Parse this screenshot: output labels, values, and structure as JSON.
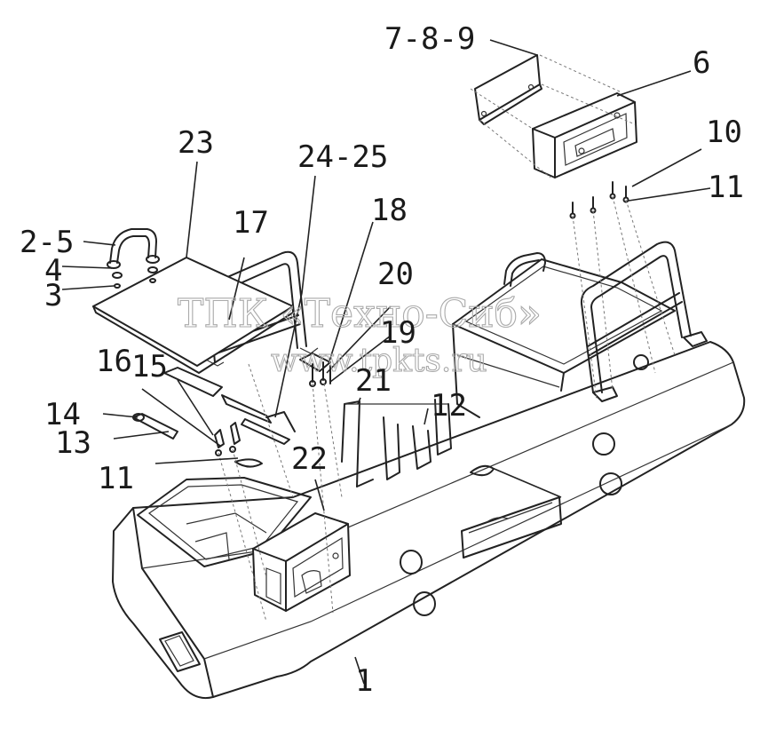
{
  "labels": {
    "l1": "1",
    "l2_5": "2-5",
    "l3": "3",
    "l4": "4",
    "l6": "6",
    "l7_8_9": "7-8-9",
    "l10": "10",
    "l11a": "11",
    "l11b": "11",
    "l12": "12",
    "l13": "13",
    "l14": "14",
    "l15": "15",
    "l16": "16",
    "l17": "17",
    "l18": "18",
    "l19": "19",
    "l20": "20",
    "l21": "21",
    "l22": "22",
    "l23": "23",
    "l24_25": "24-25"
  },
  "watermark": {
    "line1": "ТПК «Техно-Сиб»",
    "line2": "www.tpkts.ru"
  }
}
